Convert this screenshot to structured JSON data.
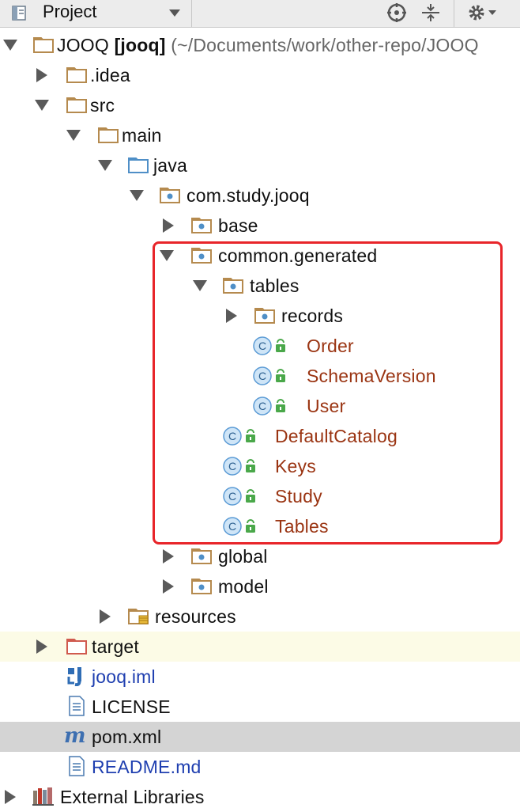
{
  "toolbar": {
    "title": "Project",
    "icons": [
      "project-view-icon",
      "locate-icon",
      "collapse-icon",
      "gear-icon"
    ]
  },
  "tree": {
    "root": {
      "name": "JOOQ",
      "module": "[jooq]",
      "path": "(~/Documents/work/other-repo/JOOQ"
    },
    "idea": ".idea",
    "src": "src",
    "main": "main",
    "java": "java",
    "pkg": "com.study.jooq",
    "base": "base",
    "common_generated": "common.generated",
    "tables": "tables",
    "records": "records",
    "class_order": "Order",
    "class_schema_version": "SchemaVersion",
    "class_user": "User",
    "class_default_catalog": "DefaultCatalog",
    "class_keys": "Keys",
    "class_study": "Study",
    "class_tables": "Tables",
    "global": "global",
    "model": "model",
    "resources": "resources",
    "target": "target",
    "jooq_iml": "jooq.iml",
    "license": "LICENSE",
    "pom": "pom.xml",
    "readme": "README.md",
    "external_libraries": "External Libraries"
  },
  "colors": {
    "class_name": "#9a3412",
    "link_blue": "#1f3fb0",
    "highlight_box": "#e8252a",
    "excluded_row_bg": "#fcfbe6",
    "selected_row_bg": "#d4d4d4"
  }
}
